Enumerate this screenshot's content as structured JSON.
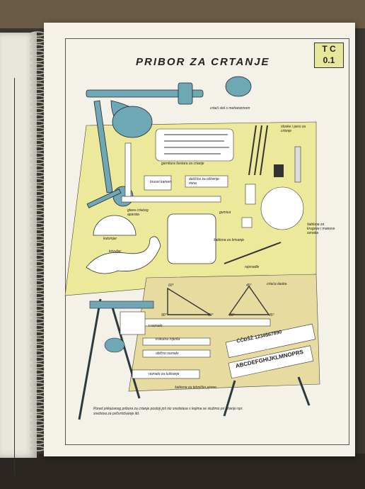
{
  "sheet": {
    "code": [
      "T C",
      "0.1"
    ],
    "title": "PRIBOR ZA CRTANJE"
  },
  "labels": {
    "crtaci_stol": "crtaći stol s mehanizmom",
    "garnitura": "garnitura šestara za crtanje",
    "olovke": "olovke i pero za crtanje",
    "brusni": "brusni kamen",
    "dostica": "daščica za oštrenje mina",
    "glava": "glava crtaćeg aparata",
    "gumica": "gumica",
    "kutomjer": "kutomjer",
    "krivuljar": "krivuljar",
    "sablona_brisanje": "šablona za brisanje",
    "sablona_krugove": "šablona za krugove i manove oznaka",
    "rajsnadle": "rajsnadle",
    "crtaca_daska": "crtaća daska",
    "t_ravnalo": "t-ravnalo",
    "trokutna": "trokutna mjerila",
    "obicno": "obično ravnalo",
    "ravnalo_tus": "ravnalo za tuširanje",
    "sablona_slova": "šablona za tehničko pismo",
    "caption": "Pored prikazanog pribora za crtanje postoji još niz sredstava s kojima se služimo pri crtanju npr. sredstva za pričvršćivanje itd."
  },
  "angles": [
    "60°",
    "90°",
    "30°",
    "45°",
    "90°",
    "45°"
  ],
  "stencil_text": [
    "ABCDEFGHIJKLMNOPRS",
    "ĆČĐŠŽ 1234567890"
  ],
  "colors": {
    "page": "#f3f1e8",
    "board_yellow": "#ecea9a",
    "machine_blue": "#6fa8b5",
    "dark": "#2a3a40",
    "wood": "#e8dba0"
  }
}
